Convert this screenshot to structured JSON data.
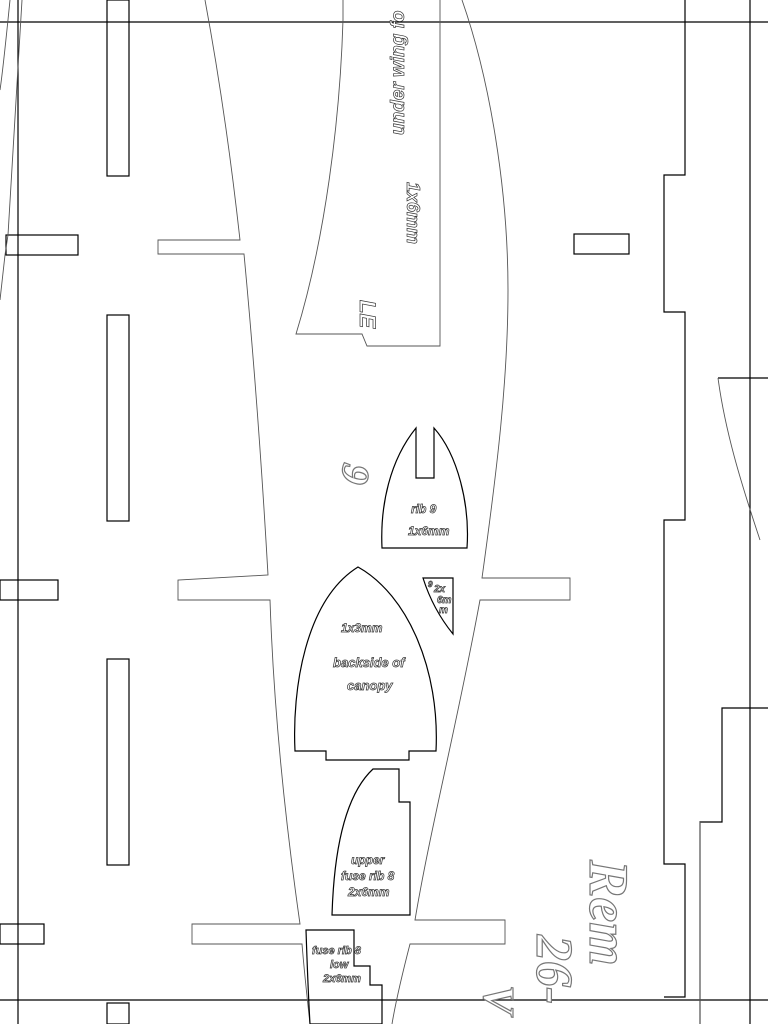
{
  "plan": {
    "labels": {
      "under_wing": "under wing fo",
      "spar_size": "1x6mm",
      "le_mark": "LE",
      "rib9_number": "9",
      "rib9_name": "rib 9",
      "rib9_size": "1x6mm",
      "canopy_size": "1x3mm",
      "canopy_name_1": "backside of",
      "canopy_name_2": "canopy",
      "small_part_num": "9",
      "small_part_size": "2x",
      "small_part_unit": "6m",
      "small_part_m": "m",
      "upper_rib_1": "upper",
      "upper_rib_2": "fuse rib 8",
      "upper_rib_3": "2x6mm",
      "lower_rib_1": "fuse rib 8",
      "lower_rib_2": "low",
      "lower_rib_3": "2x6mm",
      "title_word": "Rem",
      "title_number": "26-",
      "title_extra": "V"
    }
  }
}
